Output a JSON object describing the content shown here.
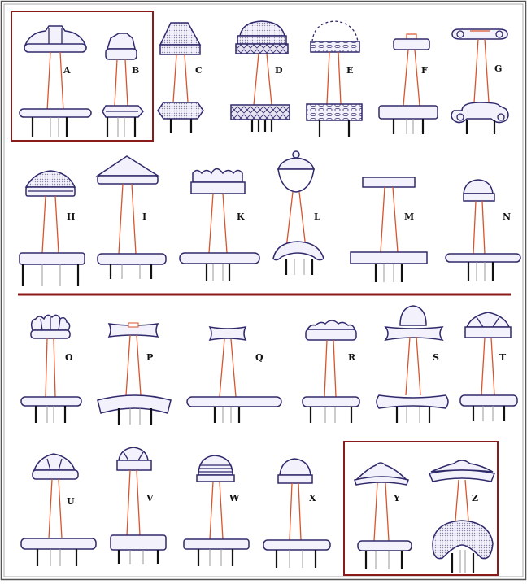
{
  "figure": {
    "colors": {
      "outline": "#2f2a6b",
      "fill": "#f3f1fb",
      "stipple": "#c9c6dd",
      "grip": "#d9542b",
      "tang": "#111111",
      "divider": "#8b1a1a",
      "highlight_box": "#8b1a1a",
      "frame": "#444444"
    },
    "labels": {
      "A": "A",
      "B": "B",
      "C": "C",
      "D": "D",
      "E": "E",
      "F": "F",
      "G": "G",
      "H": "H",
      "I": "I",
      "K": "K",
      "L": "L",
      "M": "M",
      "N": "N",
      "O": "O",
      "P": "P",
      "Q": "Q",
      "R": "R",
      "S": "S",
      "T": "T",
      "U": "U",
      "V": "V",
      "W": "W",
      "X": "X",
      "Y": "Y",
      "Z": "Z"
    }
  }
}
